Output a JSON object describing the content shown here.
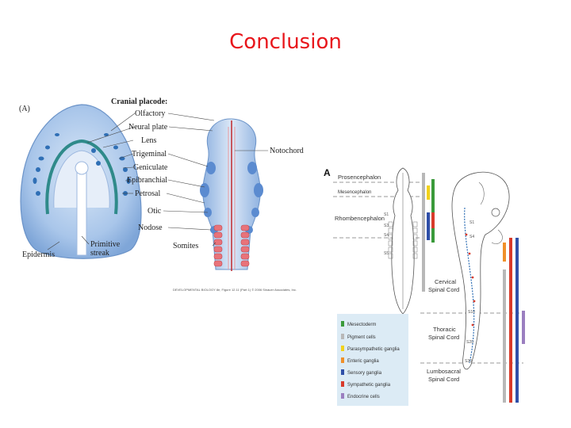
{
  "slide": {
    "title": "Conclusion"
  },
  "figure_a": {
    "panel_label": "(A)",
    "labels": {
      "cranial_placode": "Cranial placode:",
      "olfactory": "Olfactory",
      "neural_plate": "Neural plate",
      "lens": "Lens",
      "trigeminal": "Trigeminal",
      "geniculate": "Geniculate",
      "epibranchial": "Epibranchial",
      "petrosal": "Petrosal",
      "otic": "Otic",
      "nodose": "Nodose",
      "somites": "Somites",
      "notochord": "Notochord",
      "epidermis": "Epidermis",
      "primitive_streak_1": "Primitive",
      "primitive_streak_2": "streak"
    },
    "credit": "DEVELOPMENTAL BIOLOGY 8e, Figure 12.11 (Part 1) © 2006 Sinauer Associates, Inc."
  },
  "figure_b": {
    "panel_label": "A",
    "regions": {
      "prosencephalon": "Prosencephalon",
      "mesencephalon": "Mesencephalon",
      "rhombencephalon": "Rhombencephalon",
      "cervical_1": "Cervical",
      "cervical_2": "Spinal Cord",
      "thoracic_1": "Thoracic",
      "thoracic_2": "Spinal Cord",
      "lumbosacral_1": "Lumbosacral",
      "lumbosacral_2": "Spinal Cord"
    },
    "segments": {
      "s1": "S1",
      "s3": "S3",
      "s4": "S4",
      "s5": "S5",
      "s10": "S10",
      "s20": "S20",
      "s30": "S30"
    },
    "legend": [
      {
        "label": "Mesectoderm",
        "color": "#3a9a3a"
      },
      {
        "label": "Pigment cells",
        "color": "#b8b8b8"
      },
      {
        "label": "Parasympathetic ganglia",
        "color": "#f2d21c"
      },
      {
        "label": "Enteric ganglia",
        "color": "#f0902a"
      },
      {
        "label": "Sensory ganglia",
        "color": "#2f4fa8"
      },
      {
        "label": "Sympathetic ganglia",
        "color": "#d83a2a"
      },
      {
        "label": "Endocrine cells",
        "color": "#9b7fc0"
      }
    ]
  }
}
